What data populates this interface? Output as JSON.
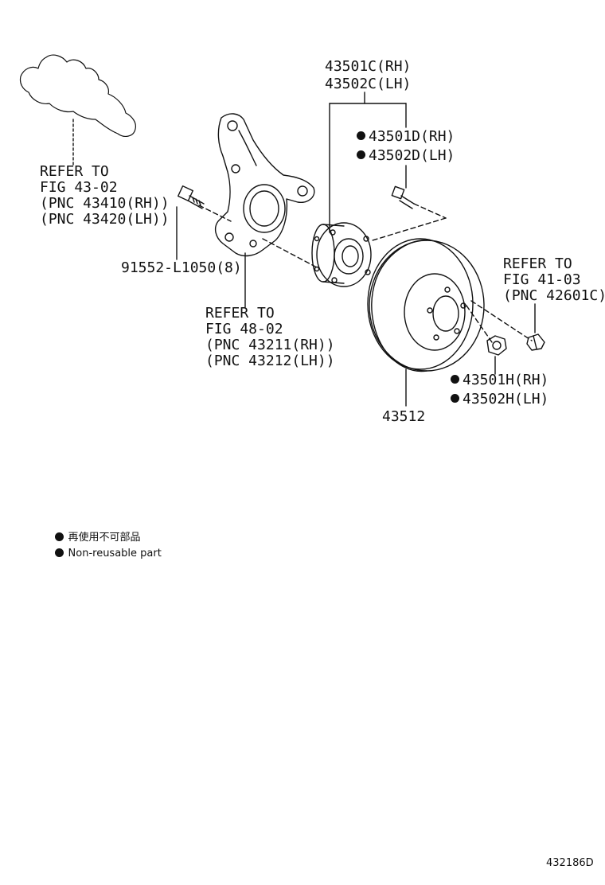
{
  "diagram": {
    "figure_id": "432186D",
    "colors": {
      "ink": "#111111",
      "paper": "#ffffff"
    },
    "callouts": {
      "refer_43_02": [
        "REFER TO",
        "FIG 43-02",
        "(PNC 43410(RH))",
        "(PNC 43420(LH))"
      ],
      "hub_assy": [
        "43501C(RH)",
        "43502C(LH)"
      ],
      "hub_bolt": [
        "43501D(RH)",
        "43502D(LH)"
      ],
      "knuckle_bolt": "91552-L1050(8)",
      "refer_48_02": [
        "REFER TO",
        "FIG 48-02",
        "(PNC 43211(RH))",
        "(PNC 43212(LH))"
      ],
      "refer_41_03": [
        "REFER TO",
        "FIG 41-03",
        "(PNC 42601C)"
      ],
      "hub_nut": [
        "43501H(RH)",
        "43502H(LH)"
      ],
      "disc": "43512"
    },
    "legend": {
      "items": [
        {
          "icon": "black-dot-icon",
          "text": "再使用不可部品"
        },
        {
          "icon": "black-dot-icon",
          "text": "Non-reusable part"
        }
      ]
    }
  }
}
